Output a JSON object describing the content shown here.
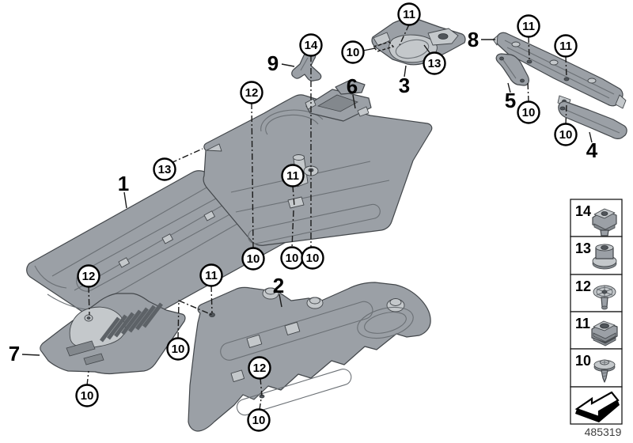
{
  "colors": {
    "background": "#ffffff",
    "part_fill": "#9ba0a6",
    "part_highlight": "#c4c8cb",
    "part_shadow": "#83888d",
    "part_outline": "#43474b",
    "line_color": "#1a1a1a"
  },
  "diagram": {
    "part_labels": [
      "1",
      "2",
      "3",
      "4",
      "5",
      "6",
      "7",
      "8",
      "9"
    ],
    "callouts": [
      "11",
      "10",
      "13",
      "14",
      "11",
      "11",
      "10",
      "10",
      "12",
      "13",
      "11",
      "10",
      "10",
      "10",
      "12",
      "11",
      "10",
      "10",
      "12",
      "10"
    ]
  },
  "legend": {
    "items": [
      {
        "number": "14",
        "icon": "clip-nut"
      },
      {
        "number": "13",
        "icon": "flange-nut"
      },
      {
        "number": "12",
        "icon": "expanding-rivet"
      },
      {
        "number": "11",
        "icon": "cage-nut"
      },
      {
        "number": "10",
        "icon": "screw-rivet"
      },
      {
        "number": "",
        "icon": "installation-direction-arrow"
      }
    ]
  },
  "footer": {
    "diagram_number": "485319"
  }
}
